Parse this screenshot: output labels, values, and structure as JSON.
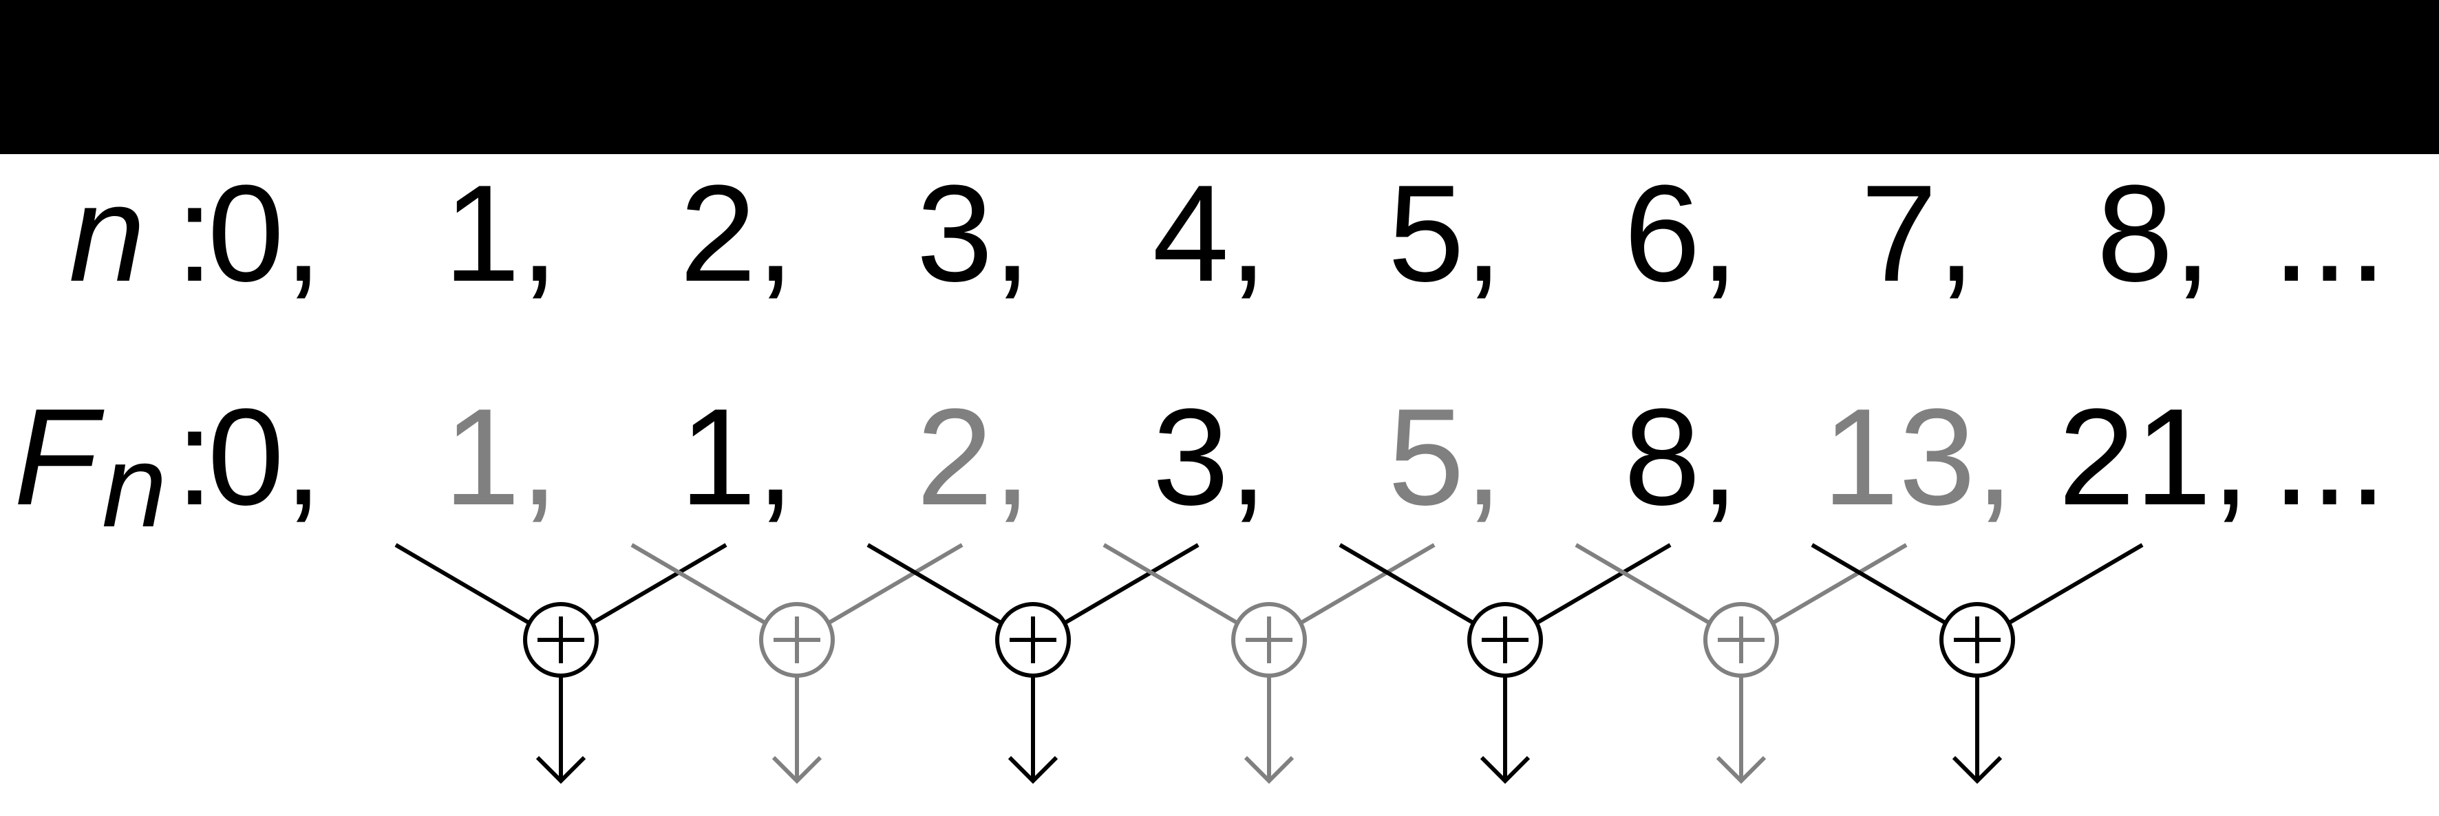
{
  "row_n": {
    "label": "n",
    "separator": ":",
    "items": [
      {
        "text": "0,",
        "tone": "black"
      },
      {
        "text": "1,",
        "tone": "black"
      },
      {
        "text": "2,",
        "tone": "black"
      },
      {
        "text": "3,",
        "tone": "black"
      },
      {
        "text": "4,",
        "tone": "black"
      },
      {
        "text": "5,",
        "tone": "black"
      },
      {
        "text": "6,",
        "tone": "black"
      },
      {
        "text": "7,",
        "tone": "black"
      },
      {
        "text": "8,",
        "tone": "black"
      },
      {
        "text": "...",
        "tone": "black"
      }
    ]
  },
  "row_f": {
    "label": "F",
    "subscript": "n",
    "separator": ":",
    "items": [
      {
        "text": "0,",
        "tone": "black"
      },
      {
        "text": "1,",
        "tone": "gray"
      },
      {
        "text": "1,",
        "tone": "black"
      },
      {
        "text": "2,",
        "tone": "gray"
      },
      {
        "text": "3,",
        "tone": "black"
      },
      {
        "text": "5,",
        "tone": "gray"
      },
      {
        "text": "8,",
        "tone": "black"
      },
      {
        "text": "13,",
        "tone": "gray"
      },
      {
        "text": "21,",
        "tone": "black"
      },
      {
        "text": "...",
        "tone": "black"
      }
    ]
  },
  "adders": [
    {
      "symbol": "+",
      "tone": "black"
    },
    {
      "symbol": "+",
      "tone": "gray"
    },
    {
      "symbol": "+",
      "tone": "black"
    },
    {
      "symbol": "+",
      "tone": "gray"
    },
    {
      "symbol": "+",
      "tone": "black"
    },
    {
      "symbol": "+",
      "tone": "gray"
    },
    {
      "symbol": "+",
      "tone": "black"
    }
  ],
  "colors": {
    "black": "#000000",
    "gray": "#808080",
    "top_bar": "#000000",
    "background": "#ffffff"
  }
}
